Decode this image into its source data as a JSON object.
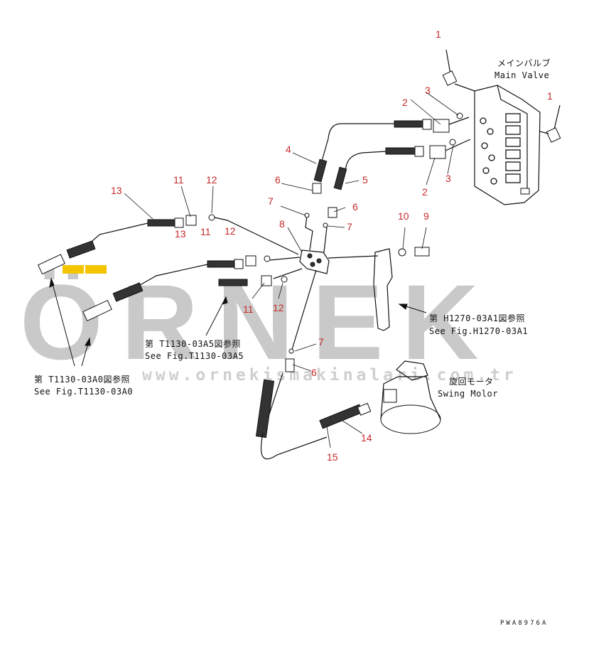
{
  "watermark": {
    "brand": "ÖRNEK",
    "url": "www.ornekismakinalari.com.tr"
  },
  "main_valve": {
    "jp": "メインバルブ",
    "en": "Main Valve"
  },
  "swing_motor": {
    "jp": "旋回モータ",
    "en": "Swing Molor"
  },
  "ref_h1270": {
    "jp": "第 H1270-03A1図参照",
    "en": "See Fig.H1270-03A1"
  },
  "ref_t1130_a5": {
    "jp": "第 T1130-03A5図参照",
    "en": "See Fig.T1130-03A5"
  },
  "ref_t1130_a0": {
    "jp": "第 T1130-03A0図参照",
    "en": "See Fig.T1130-03A0"
  },
  "drawing_code": "PWA8976A",
  "part_labels": {
    "p1a": "1",
    "p1b": "1",
    "p2a": "2",
    "p2b": "2",
    "p3a": "3",
    "p3b": "3",
    "p4": "4",
    "p5": "5",
    "p6a": "6",
    "p6b": "6",
    "p6c": "6",
    "p7a": "7",
    "p7b": "7",
    "p7c": "7",
    "p8": "8",
    "p9": "9",
    "p10": "10",
    "p11a": "11",
    "p11b": "11",
    "p11c": "11",
    "p12a": "12",
    "p12b": "12",
    "p12c": "12",
    "p13a": "13",
    "p13b": "13",
    "p14": "14",
    "p15": "15"
  }
}
